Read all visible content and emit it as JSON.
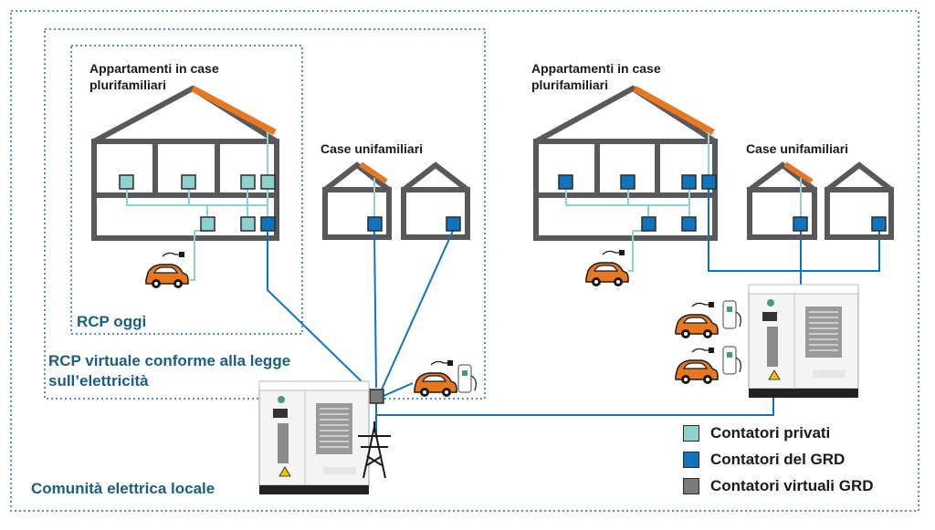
{
  "labels": {
    "apt_left": "Appartamenti in case plurifamiliari",
    "apt_right": "Appartamenti in case plurifamiliari",
    "single_left": "Case unifamiliari",
    "single_right": "Case unifamiliari",
    "rcp_today": "RCP oggi",
    "rcp_virtual": "RCP virtuale conforme alla legge sull’elettricità",
    "community": "Comunità elettrica locale"
  },
  "legend": [
    {
      "label": "Contatori privati",
      "color": "#8fd1cc"
    },
    {
      "label": "Contatori del GRD",
      "color": "#0f74bd"
    },
    {
      "label": "Contatori virtuali GRD",
      "color": "#7a7a7a"
    }
  ],
  "colors": {
    "house_outline": "#595959",
    "solar_panel": "#e87722",
    "private_meter": "#8fd1cc",
    "grid_meter": "#0f74bd",
    "virtual_meter": "#7a7a7a",
    "boundary": "#1f6f8b",
    "car": "#e87722"
  },
  "icons": [
    "house-icon",
    "solar-panel-icon",
    "meter-icon",
    "electric-car-icon",
    "charging-station-icon",
    "battery-storage-icon",
    "power-pylon-icon"
  ]
}
